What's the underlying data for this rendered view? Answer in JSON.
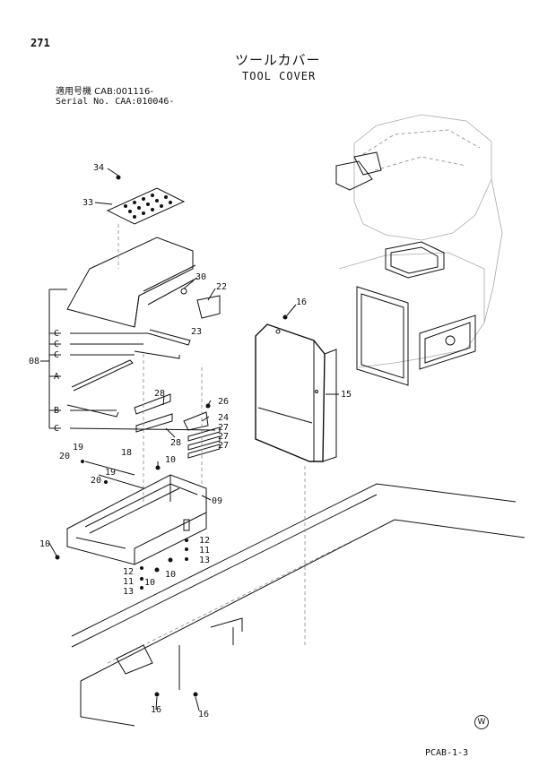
{
  "page_number": "271",
  "title_jp": "ツールカバー",
  "title_en": "TOOL COVER",
  "serial_line_1": "適用号機 CAB:001116-",
  "serial_line_2": "Serial No. CAA:010046-",
  "footer_code": "PCAB-1-3",
  "mark": "W",
  "callouts": {
    "p34": "34",
    "p33": "33",
    "p30": "30",
    "p22": "22",
    "p23": "23",
    "p16a": "16",
    "p15": "15",
    "p08": "08",
    "c1": "C",
    "c2": "C",
    "c3": "C",
    "a": "A",
    "b": "B",
    "c4": "C",
    "p28a": "28",
    "p28b": "28",
    "p26": "26",
    "p24": "24",
    "p27a": "27",
    "p27b": "27",
    "p27c": "27",
    "p19a": "19",
    "p20a": "20",
    "p18": "18",
    "p19b": "19",
    "p20b": "20",
    "p10a": "10",
    "p09": "09",
    "p10b": "10",
    "p12a": "12",
    "p11a": "11",
    "p13a": "13",
    "p12b": "12",
    "p11b": "11",
    "p13b": "13",
    "p10c": "10",
    "p10d": "10",
    "p16b": "16",
    "p16c": "16"
  }
}
